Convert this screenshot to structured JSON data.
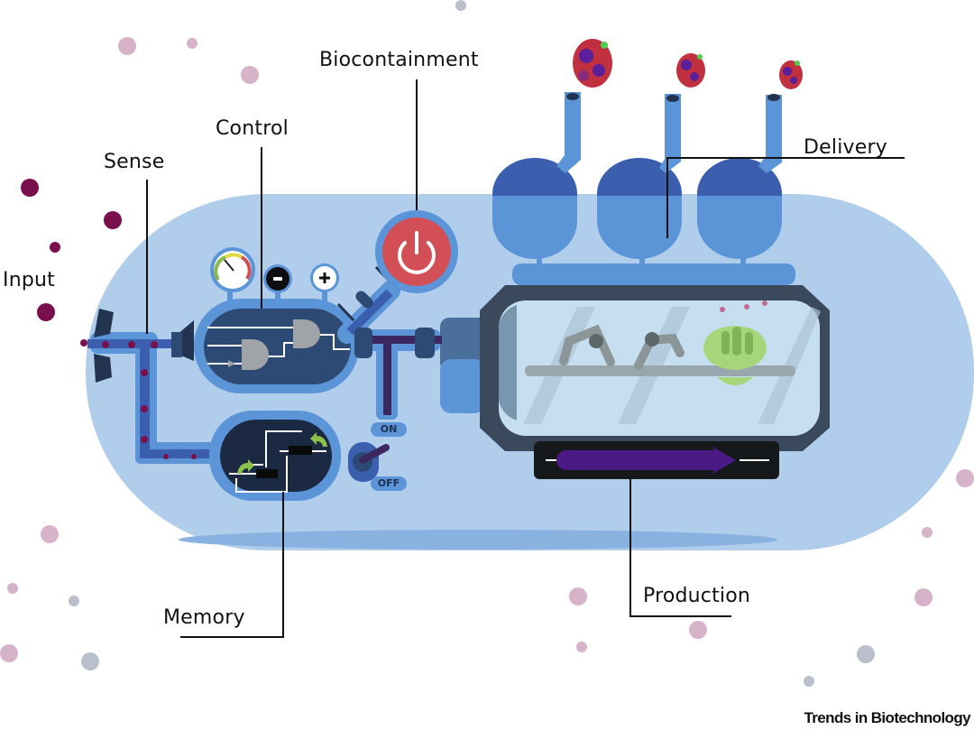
{
  "figure": {
    "credit": "Trends in Biotechnology",
    "labels": {
      "input": "Input",
      "sense": "Sense",
      "control": "Control",
      "biocontainment": "Biocontainment",
      "delivery": "Delivery",
      "memory": "Memory",
      "production": "Production"
    },
    "switch": {
      "on_label": "ON",
      "off_label": "OFF",
      "state": "ON"
    },
    "control_buttons": {
      "minus": "−",
      "plus": "+"
    },
    "colors": {
      "cell_body": "#b1cdec",
      "cell_shadow": "#8ab2e0",
      "module_blue": "#5b95d8",
      "module_dark": "#2c4a73",
      "chamber_frame": "#3a4a5c",
      "power_red": "#d14f55",
      "input_molecule": "#7a0f4d",
      "output_molecule_pink": "#d2a8c0",
      "output_molecule_grey": "#b9c0cc",
      "production_arrow": "#4b1a85",
      "cell_green": "#a6d67a"
    }
  }
}
